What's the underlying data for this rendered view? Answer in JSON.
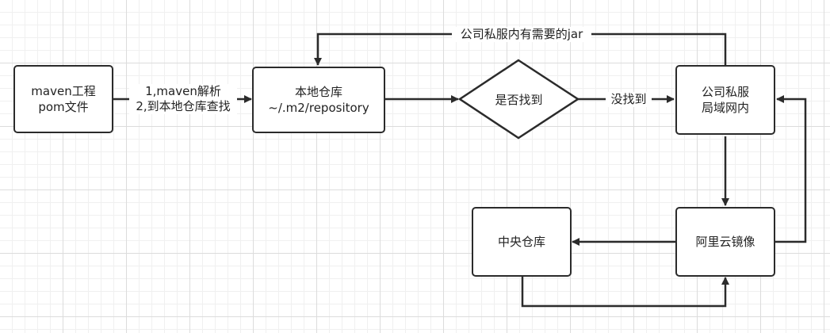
{
  "nodes": {
    "maven_project": {
      "line1": "maven工程",
      "line2": "pom文件"
    },
    "local_repo": {
      "line1": "本地仓库",
      "line2": "~/.m2/repository"
    },
    "found_decision": {
      "label": "是否找到"
    },
    "company_private": {
      "line1": "公司私服",
      "line2": "局域网内"
    },
    "aliyun_mirror": {
      "label": "阿里云镜像"
    },
    "central_repo": {
      "label": "中央仓库"
    }
  },
  "edges": {
    "maven_to_local": {
      "line1": "1,maven解析",
      "line2": "2,到本地仓库查找"
    },
    "decision_to_private": {
      "label": "没找到"
    },
    "private_to_local": {
      "label": "公司私服内有需要的jar"
    }
  },
  "colors": {
    "stroke": "#2b2b2b",
    "text": "#222222",
    "grid_major": "#dcdcdc",
    "grid_minor": "#f0f0f0"
  }
}
